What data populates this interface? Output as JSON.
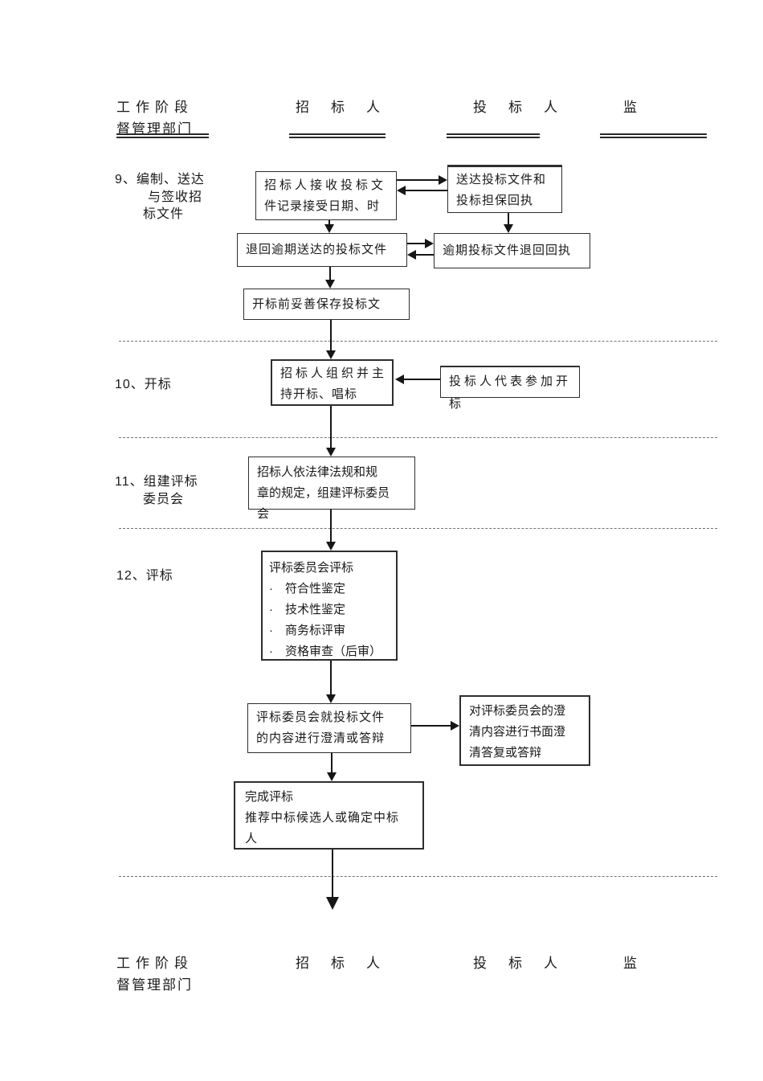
{
  "header": {
    "phase": "工作阶段",
    "tenderer": "招标人",
    "bidder": "投标人",
    "supervisor_line1": "监",
    "supervisor_line2": "督管理部门"
  },
  "steps": {
    "s9": {
      "l1": "9、编制、送达",
      "l2": "与签收招",
      "l3": "标文件"
    },
    "s10": "10、开标",
    "s11": {
      "l1": "11、组建评标",
      "l2": "委员会"
    },
    "s12": "12、评标"
  },
  "boxes": {
    "receive_bid_docs": {
      "l1": "招标人接收投标文",
      "l2": "件记录接受日期、时"
    },
    "deliver_bid_docs": {
      "l1": "送达投标文件和",
      "l2": "投标担保回执"
    },
    "return_late_docs": {
      "l1": "退回逾期送达的投标文件"
    },
    "late_return_receipt": {
      "l1": "逾期投标文件退回回执"
    },
    "preserve_docs": {
      "l1": "开标前妥善保存投标文"
    },
    "host_opening": {
      "l1": "招标人组织并主",
      "l2": "持开标、唱标"
    },
    "bidder_attend": {
      "l1": "投标人代表参加开",
      "l2": "标"
    },
    "form_committee": {
      "l1": "招标人依法律法规和规",
      "l2": "章的规定，组建评标委员",
      "l3": "会"
    },
    "evaluate": {
      "l1": "评标委员会评标",
      "l2": "·　符合性鉴定",
      "l3": "·　技术性鉴定",
      "l4": "·　商务标评审",
      "l5": "·　资格审查（后审）"
    },
    "clarify": {
      "l1": "评标委员会就投标文件",
      "l2": "的内容进行澄清或答辩"
    },
    "written_reply": {
      "l1": "对评标委员会的澄",
      "l2": "清内容进行书面澄",
      "l3": "清答复或答辩"
    },
    "complete": {
      "l1": "完成评标",
      "l2": "推荐中标候选人或确定中标",
      "l3": "人"
    }
  },
  "colors": {
    "ink": "#1a1a1a",
    "border": "#2e2e2e",
    "dash": "#737373",
    "background": "#ffffff"
  }
}
